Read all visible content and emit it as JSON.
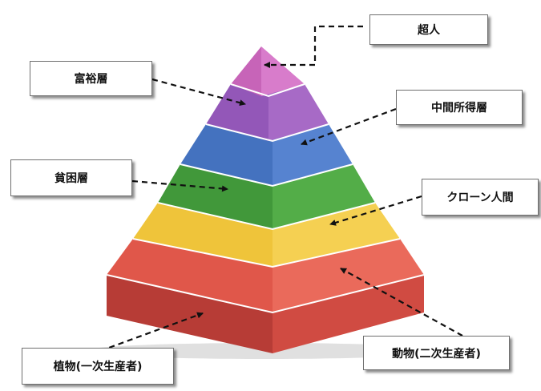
{
  "diagram": {
    "layers": [
      {
        "label": "超人",
        "color": "#d070c0"
      },
      {
        "label": "富裕層",
        "color": "#9b5fbe"
      },
      {
        "label": "中間所得層",
        "color": "#4b79c9"
      },
      {
        "label": "貧困層",
        "color": "#48a33e"
      },
      {
        "label": "クローン人間",
        "color": "#f2c93a"
      },
      {
        "label": "動物(二次生産者)",
        "color": "#e25b4c"
      },
      {
        "label": "植物(一次生産者)",
        "color": "#c0403a"
      }
    ]
  }
}
